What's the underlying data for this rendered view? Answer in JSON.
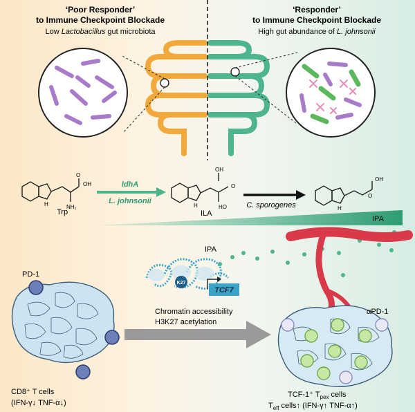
{
  "left_header": {
    "title_line1": "‘Poor Responder’",
    "title_line2": "to Immune Checkpoint Blockade",
    "subtitle_pre": "Low ",
    "subtitle_italic": "Lactobacillus",
    "subtitle_post": " gut microbiota"
  },
  "right_header": {
    "title_line1": "‘Responder’",
    "title_line2": "to Immune Checkpoint Blockade",
    "subtitle_pre": "High gut abundance of ",
    "subtitle_italic": "L. johnsonii"
  },
  "pathway": {
    "trp_label": "Trp",
    "enzyme_label": "ldhA",
    "organism1_label": "L. johnsonii",
    "ila_label": "ILA",
    "organism2_label": "C. sporogenes",
    "ipa_bar_label": "IPA",
    "oh_label": "HO",
    "oh2_label": "OH",
    "nh2_label": "NH₂",
    "nh_label": "H",
    "o_label": "O"
  },
  "mechanism": {
    "ipa_label": "IPA",
    "histone_label": "K27",
    "gene_label": "TCF7",
    "line1": "Chromatin accessibility",
    "line2": "H3K27 acetylation"
  },
  "tumor_left": {
    "pd1_label": "PD-1",
    "line1": "CD8⁺ T cells",
    "line2": "(IFN-γ↓ TNF-α↓)"
  },
  "tumor_right": {
    "apd1_label": "αPD-1",
    "line1": "TCF-1⁺ T",
    "line1_sub": "pex",
    "line1_post": " cells",
    "line2_pre": "T",
    "line2_sub": "eff",
    "line2_post": " cells↑ (IFN-γ↑ TNF-α↑)"
  },
  "colors": {
    "orange": "#f2a93b",
    "green": "#4fb58f",
    "purple": "#a77bc9",
    "pink": "#e58fb8",
    "bright_green": "#5cb85c",
    "red_vessel": "#d93a4a",
    "arrow_green": "#4db38c",
    "text": "#1a1a1a"
  }
}
